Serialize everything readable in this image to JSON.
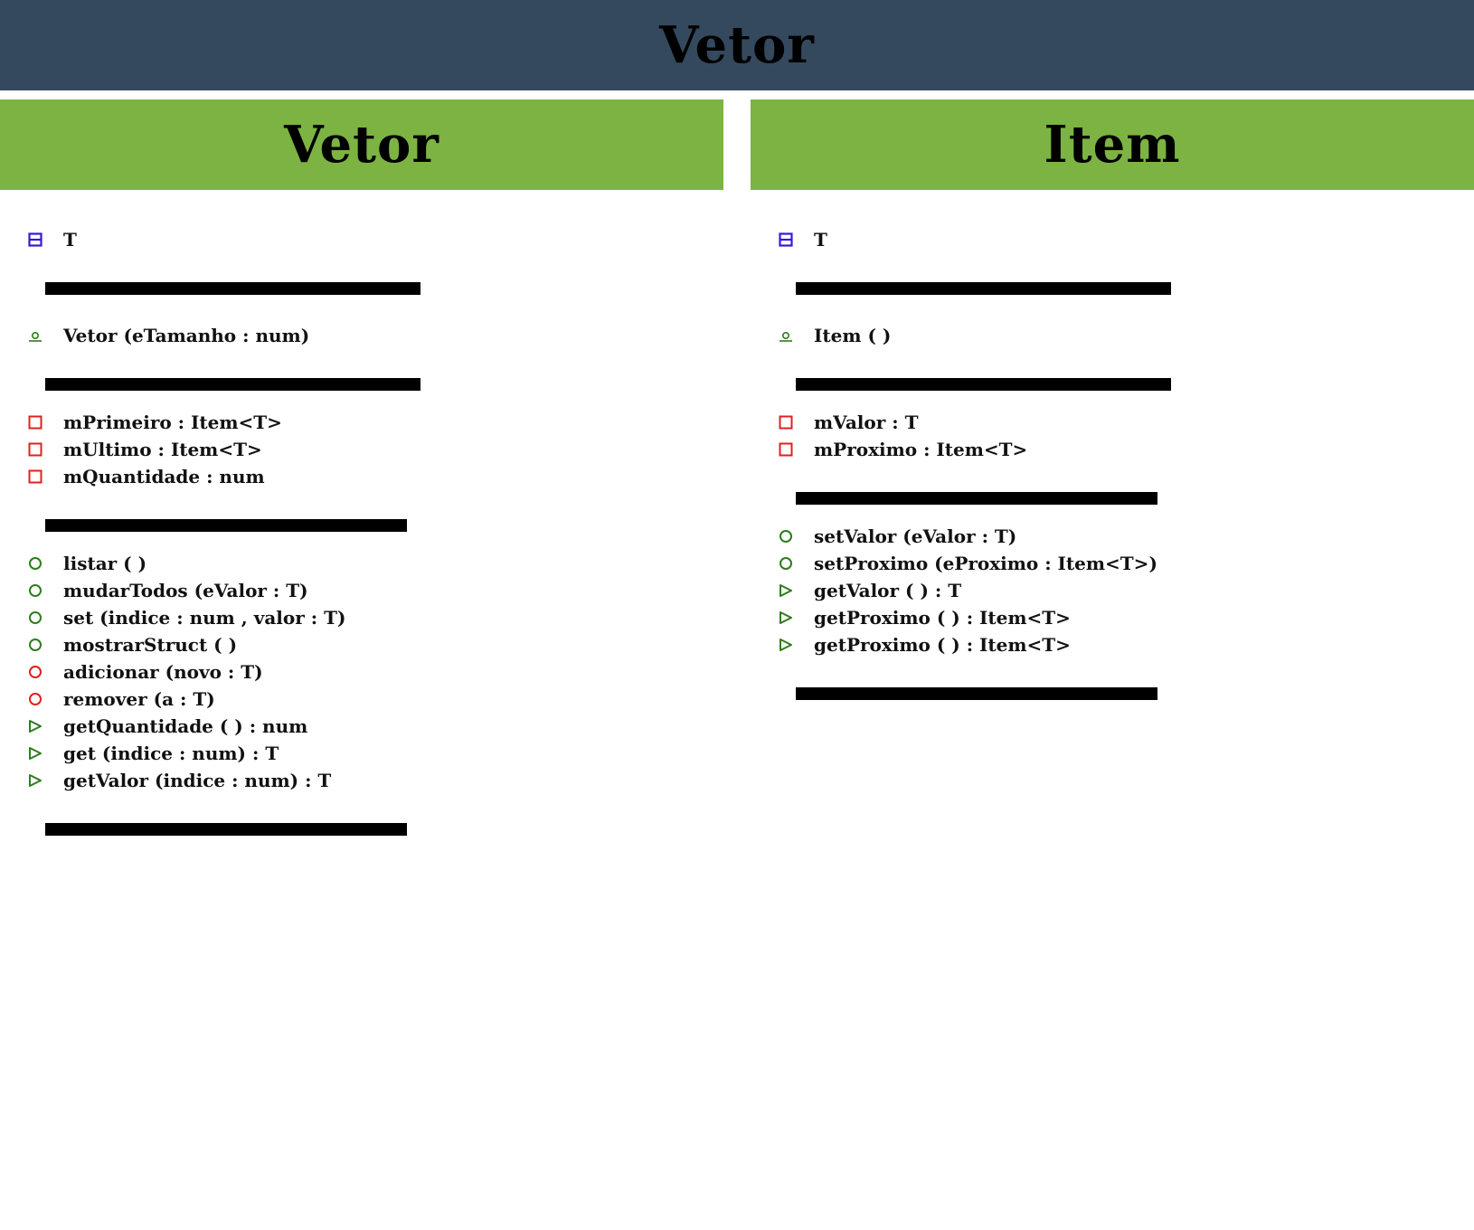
{
  "title": "Vetor",
  "classes": [
    {
      "name": "Vetor",
      "type_param": "T",
      "constructor": "Vetor (eTamanho : num)",
      "attributes": [
        "mPrimeiro : Item<T>",
        "mUltimo : Item<T>",
        "mQuantidade : num"
      ],
      "methods": [
        {
          "text": "listar ( )",
          "icon": "public-method-icon"
        },
        {
          "text": "mudarTodos (eValor : T)",
          "icon": "public-method-icon"
        },
        {
          "text": "set (indice : num , valor : T)",
          "icon": "public-method-icon"
        },
        {
          "text": "mostrarStruct ( )",
          "icon": "public-method-icon"
        },
        {
          "text": "adicionar (novo : T)",
          "icon": "private-method-icon"
        },
        {
          "text": "remover (a : T)",
          "icon": "private-method-icon"
        },
        {
          "text": "getQuantidade ( ) : num",
          "icon": "getter-icon"
        },
        {
          "text": "get (indice : num) : T",
          "icon": "getter-icon"
        },
        {
          "text": "getValor (indice : num) : T",
          "icon": "getter-icon"
        }
      ]
    },
    {
      "name": "Item",
      "type_param": "T",
      "constructor": "Item ( )",
      "attributes": [
        "mValor : T",
        "mProximo : Item<T>"
      ],
      "methods": [
        {
          "text": "setValor (eValor : T)",
          "icon": "public-method-icon"
        },
        {
          "text": "setProximo (eProximo : Item<T>)",
          "icon": "public-method-icon"
        },
        {
          "text": "getValor ( ) : T",
          "icon": "getter-icon"
        },
        {
          "text": "getProximo ( ) : Item<T>",
          "icon": "getter-icon"
        },
        {
          "text": "getProximo ( ) : Item<T>",
          "icon": "getter-icon"
        }
      ]
    }
  ],
  "colors": {
    "header_bg": "#34495e",
    "class_header_bg": "#7cb342",
    "type_param_icon": "#3b17d9",
    "public_icon": "#2e7d1e",
    "private_icon": "#e02020"
  }
}
